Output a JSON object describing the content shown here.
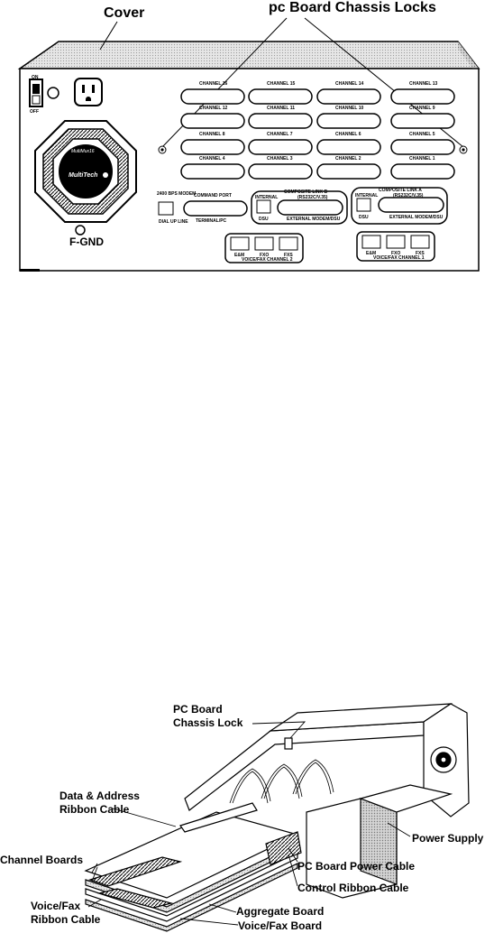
{
  "figure1": {
    "callouts": {
      "cover": "Cover",
      "chassis_locks": "pc Board Chassis Locks"
    },
    "power_switch": {
      "on": "ON",
      "off": "OFF"
    },
    "fan_badge": {
      "model": "MultiMux16",
      "brand": "MultiTech"
    },
    "ground_label": "F-GND",
    "channels": [
      [
        "CHANNEL 16",
        "CHANNEL 15",
        "CHANNEL 14",
        "CHANNEL 13"
      ],
      [
        "CHANNEL 12",
        "CHANNEL 11",
        "CHANNEL 10",
        "CHANNEL 9"
      ],
      [
        "CHANNEL 8",
        "CHANNEL 7",
        "CHANNEL 6",
        "CHANNEL 5"
      ],
      [
        "CHANNEL 4",
        "CHANNEL 3",
        "CHANNEL 2",
        "CHANNEL 1"
      ]
    ],
    "modem_port": {
      "top": "2400 BPS MODEM",
      "bottom": "DIAL UP LINE"
    },
    "command_port": {
      "top": "COMMAND PORT",
      "bottom": "TERMINAL/PC"
    },
    "composite_b": {
      "title": "COMPOSITE LINK B",
      "sub": "(RS232C/V.35)",
      "internal": "INTERNAL",
      "dsu": "DSU",
      "external": "EXTERNAL MODEM/DSU"
    },
    "composite_a": {
      "title": "COMPOSITE LINK A",
      "sub": "(RS232C/V.35)",
      "internal": "INTERNAL",
      "dsu": "DSU",
      "external": "EXTERNAL MODEM/DSU"
    },
    "voice_2": {
      "ports": [
        "E&M",
        "FXO",
        "FXS"
      ],
      "label": "VOICE/FAX CHANNEL 2"
    },
    "voice_1": {
      "ports": [
        "E&M",
        "FXO",
        "FXS"
      ],
      "label": "VOICE/FAX CHANNEL 1"
    }
  },
  "figure2": {
    "labels": {
      "chassis_lock_1": "PC Board",
      "chassis_lock_2": "Chassis Lock",
      "data_address_1": "Data & Address",
      "data_address_2": "Ribbon Cable",
      "power_supply": "Power Supply",
      "channel_boards": "Channel Boards",
      "pc_power_cable": "PC Board Power Cable",
      "control_ribbon": "Control Ribbon Cable",
      "voicefax_ribbon_1": "Voice/Fax",
      "voicefax_ribbon_2": "Ribbon Cable",
      "aggregate_board": "Aggregate Board",
      "voicefax_board": "Voice/Fax Board"
    }
  }
}
